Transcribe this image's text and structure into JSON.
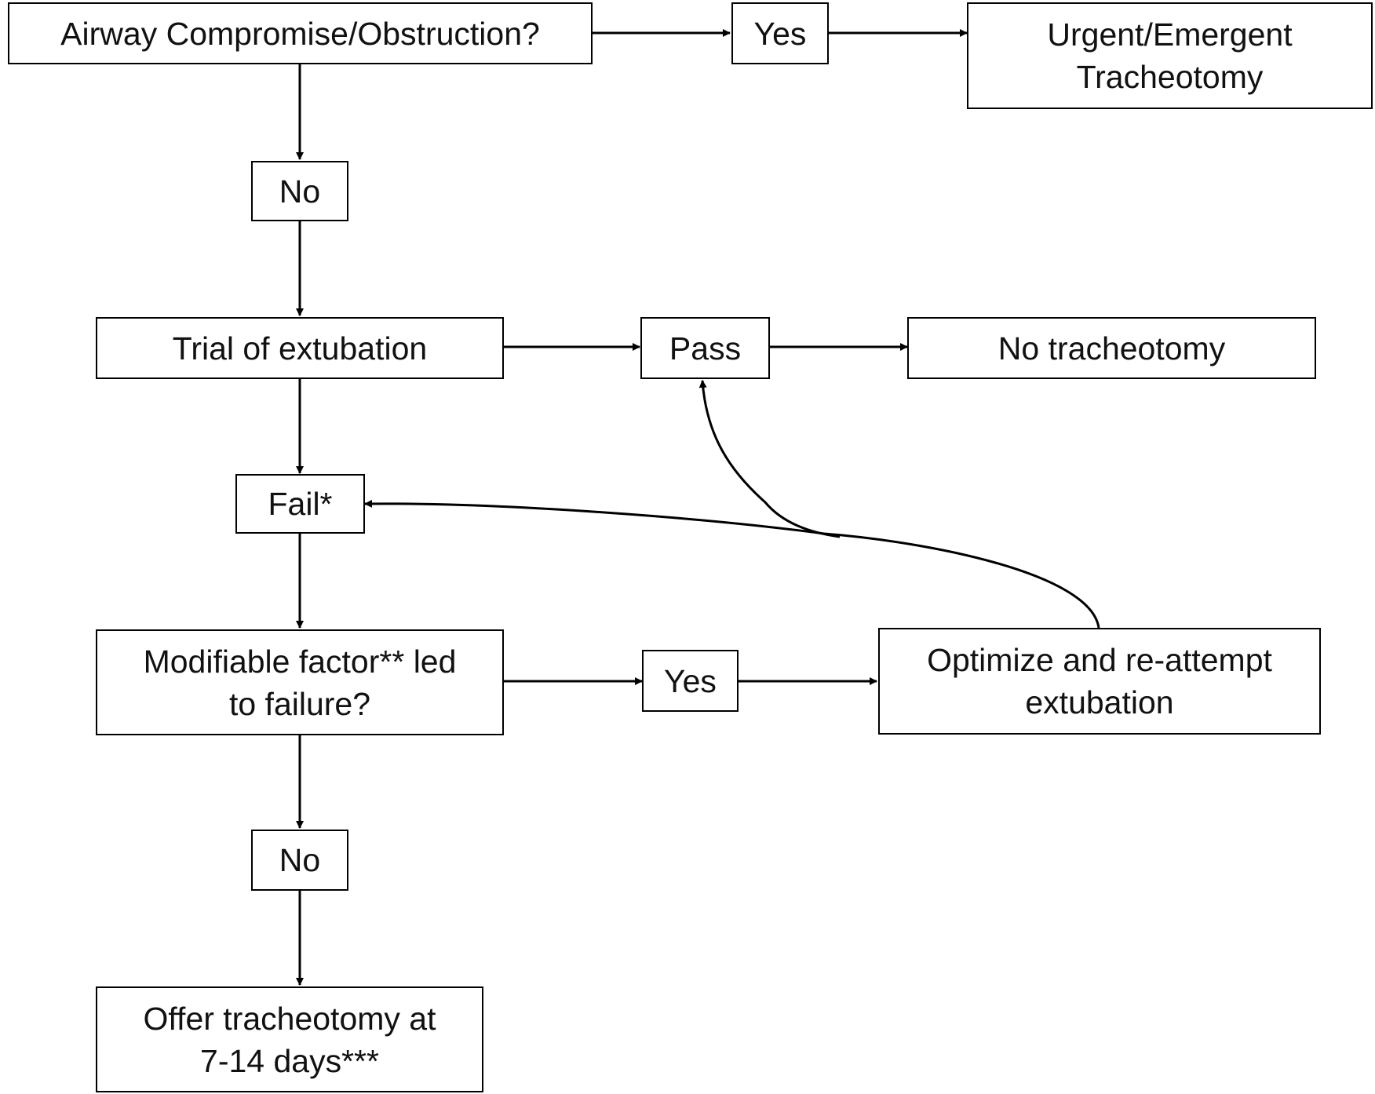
{
  "diagram": {
    "nodes": {
      "airway_question": "Airway Compromise/Obstruction?",
      "airway_yes": "Yes",
      "urgent_trach": "Urgent/Emergent\nTracheotomy",
      "airway_no": "No",
      "trial_extubation": "Trial of extubation",
      "pass": "Pass",
      "no_trach": "No tracheotomy",
      "fail": "Fail*",
      "modifiable_question": "Modifiable factor** led\nto failure?",
      "modifiable_yes": "Yes",
      "optimize": "Optimize and re-attempt\nextubation",
      "modifiable_no": "No",
      "offer_trach": "Offer tracheotomy at\n7-14 days***"
    },
    "colors": {
      "stroke": "#000000",
      "text": "#111111",
      "background": "#ffffff"
    }
  }
}
